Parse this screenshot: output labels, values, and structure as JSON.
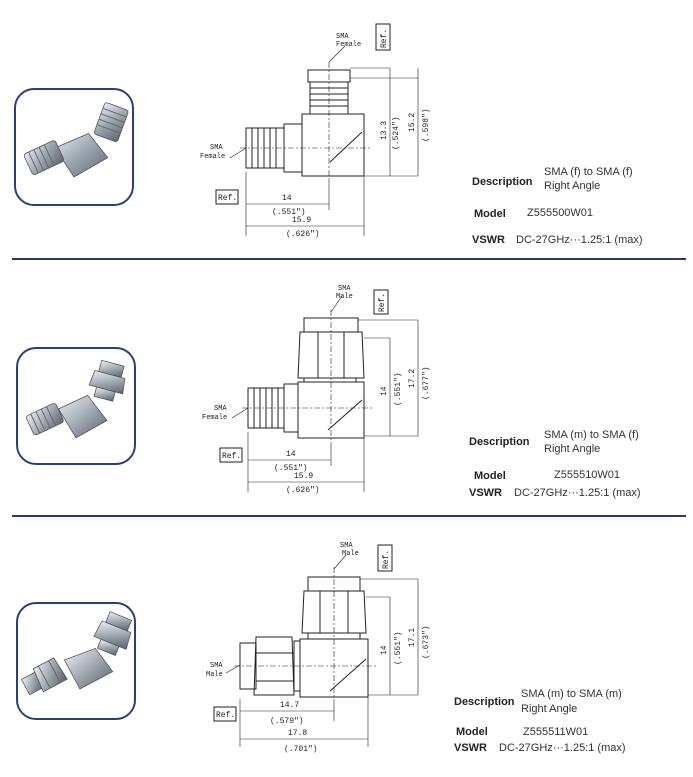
{
  "products": [
    {
      "drawing": {
        "connector_top": "SMA",
        "connector_top_2": "Female",
        "connector_left": "SMA",
        "connector_left_2": "Female",
        "ref_top": "Ref.",
        "ref_left": "Ref.",
        "dim_h1": "14",
        "dim_h1_in": "(.551\")",
        "dim_h2": "15.9",
        "dim_h2_in": "(.626\")",
        "dim_v1": "13.3",
        "dim_v1_in": "(.524\")",
        "dim_v2": "15.2",
        "dim_v2_in": "(.598\")"
      },
      "description_label": "Description",
      "description_line1": "SMA (f) to SMA (f)",
      "description_line2": "Right Angle",
      "model_label": "Model",
      "model": "Z555500W01",
      "vswr_label": "VSWR",
      "vswr": "DC-27GHz···1.25:1 (max)"
    },
    {
      "drawing": {
        "connector_top": "SMA",
        "connector_top_2": "Male",
        "connector_left": "SMA",
        "connector_left_2": "Female",
        "ref_top": "Ref.",
        "ref_left": "Ref.",
        "dim_h1": "14",
        "dim_h1_in": "(.551\")",
        "dim_h2": "15.9",
        "dim_h2_in": "(.626\")",
        "dim_v1": "14",
        "dim_v1_in": "(.551\")",
        "dim_v2": "17.2",
        "dim_v2_in": "(.677\")"
      },
      "description_label": "Description",
      "description_line1": "SMA (m) to SMA (f)",
      "description_line2": "Right Angle",
      "model_label": "Model",
      "model": "Z555510W01",
      "vswr_label": "VSWR",
      "vswr": "DC-27GHz···1.25:1 (max)"
    },
    {
      "drawing": {
        "connector_top": "SMA",
        "connector_top_2": "Male",
        "connector_left": "SMA",
        "connector_left_2": "Male",
        "ref_top": "Ref.",
        "ref_left": "Ref.",
        "dim_h1": "14.7",
        "dim_h1_in": "(.579\")",
        "dim_h2": "17.8",
        "dim_h2_in": "(.701\")",
        "dim_v1": "14",
        "dim_v1_in": "(.551\")",
        "dim_v2": "17.1",
        "dim_v2_in": "(.673\")"
      },
      "description_label": "Description",
      "description_line1": "SMA (m) to SMA (m)",
      "description_line2": "Right Angle",
      "model_label": "Model",
      "model": "Z555511W01",
      "vswr_label": "VSWR",
      "vswr": "DC-27GHz···1.25:1 (max)"
    }
  ]
}
